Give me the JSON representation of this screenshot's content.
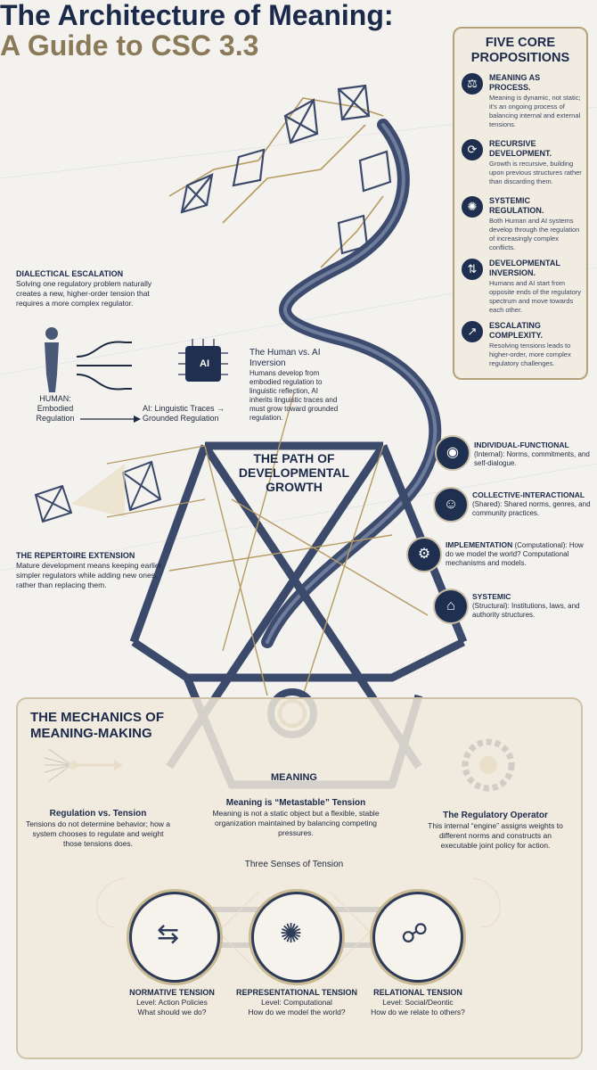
{
  "title_line1": "The Architecture of Meaning:",
  "title_line2": "A Guide to CSC 3.3",
  "propositions": {
    "heading": "FIVE CORE PROPOSITIONS",
    "items": [
      {
        "icon": "scales-icon",
        "title": "MEANING AS PROCESS.",
        "desc": "Meaning is dynamic, not static; it's an ongoing process of balancing internal and external tensions."
      },
      {
        "icon": "cycle-arrows-icon",
        "title": "RECURSIVE DEVELOPMENT.",
        "desc": "Growth is recursive, building upon previous structures rather than discarding them."
      },
      {
        "icon": "network-gear-icon",
        "title": "SYSTEMIC REGULATION.",
        "desc": "Both Human and AI systems develop through the regulation of increasingly complex conflicts."
      },
      {
        "icon": "up-down-arrows-icon",
        "title": "DEVELOPMENTAL INVERSION.",
        "desc": "Humans and AI start from opposite ends of the regulatory spectrum and move towards each other."
      },
      {
        "icon": "rising-arrow-icon",
        "title": "ESCALATING COMPLEXITY.",
        "desc": "Resolving tensions leads to higher-order, more complex regulatory challenges."
      }
    ]
  },
  "dialectical": {
    "title": "DIALECTICAL ESCALATION",
    "desc": "Solving one regulatory problem naturally creates a new, higher-order tension that requires a more complex regulator."
  },
  "human_ai": {
    "human_label": "HUMAN:",
    "human_sub": "Embodied Regulation",
    "ai_label": "AI: Linguistic Traces",
    "ai_sub": "Grounded Regulation",
    "chip_label": "AI",
    "arrow": "→",
    "inversion_title": "The Human vs. AI Inversion",
    "inversion_desc": "Humans develop from embodied regulation to linguistic reflection, AI inherits linguistic traces and must grow toward grounded regulation."
  },
  "path_label": "THE PATH OF DEVELOPMENTAL GROWTH",
  "repertoire": {
    "title": "THE REPERTOIRE EXTENSION",
    "desc": "Mature development means keeping earlier, simpler regulators while adding new ones, rather than replacing them."
  },
  "scopes": [
    {
      "icon": "brain-icon",
      "title": "INDIVIDUAL-FUNCTIONAL",
      "desc": "(Internal): Norms, commitments, and self-dialogue."
    },
    {
      "icon": "people-icon",
      "title": "COLLECTIVE-INTERACTIONAL",
      "desc": "(Shared): Shared norms, genres, and community practices."
    },
    {
      "icon": "gears-icon",
      "title": "IMPLEMENTATION",
      "desc": "(Computational): How do we model the world? Computational mechanisms and models."
    },
    {
      "icon": "institution-icon",
      "title": "SYSTEMIC",
      "desc": "(Structural): Institutions, laws, and authority structures."
    }
  ],
  "mechanics": {
    "heading_line1": "THE MECHANICS OF",
    "heading_line2": "MEANING-MAKING",
    "meaning_label": "MEANING",
    "metastable_title": "Meaning is “Metastable” Tension",
    "metastable_desc": "Meaning is not a static object but a flexible, stable organization maintained by balancing competing pressures.",
    "regulation_title": "Regulation vs. Tension",
    "regulation_desc": "Tensions do not determine behavior; how a system chooses to regulate and weight those tensions does.",
    "operator_title": "The Regulatory Operator",
    "operator_desc": "This internal “engine” assigns weights to different norms and constructs an executable joint policy for action.",
    "senses_title": "Three Senses of Tension",
    "tensions": [
      {
        "icon": "documents-icon",
        "title": "NORMATIVE TENSION",
        "level": "Level: Action Policies",
        "q": "What should we do?"
      },
      {
        "icon": "brain-network-icon",
        "title": "REPRESENTATIONAL TENSION",
        "level": "Level: Computational",
        "q": "How do we model the world?"
      },
      {
        "icon": "people-network-icon",
        "title": "RELATIONAL TENSION",
        "level": "Level: Social/Deontic",
        "q": "How do we relate to others?"
      }
    ]
  }
}
